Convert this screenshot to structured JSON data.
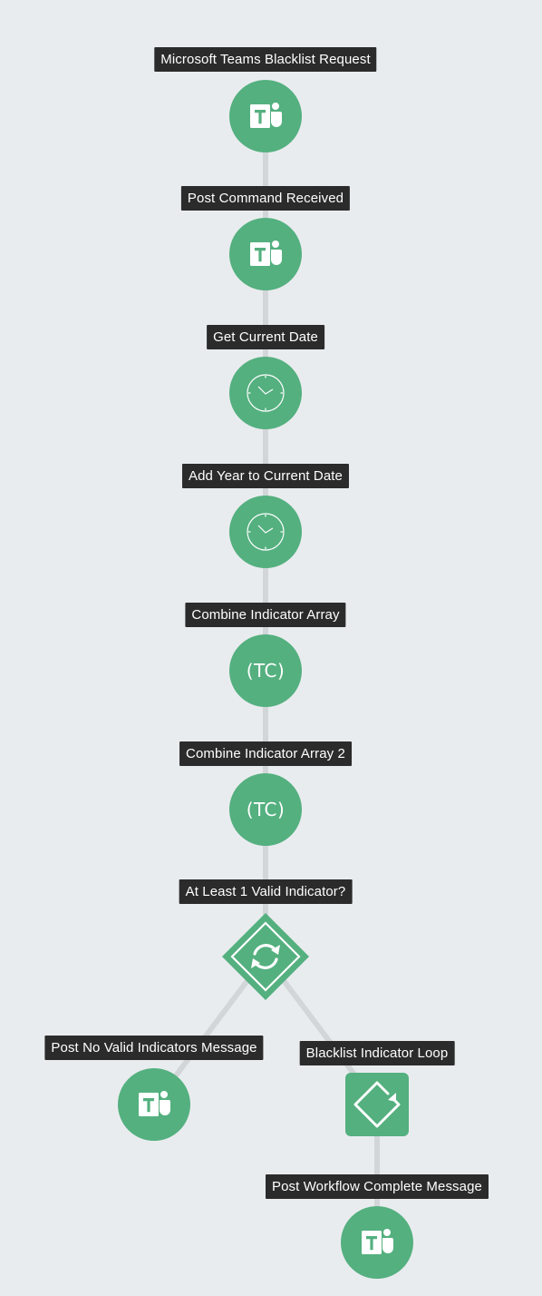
{
  "nodes": {
    "teams_request": {
      "label": "Microsoft Teams Blacklist Request",
      "icon": "teams-icon"
    },
    "post_command": {
      "label": "Post Command Received",
      "icon": "teams-icon"
    },
    "get_date": {
      "label": "Get Current Date",
      "icon": "clock-icon"
    },
    "add_year": {
      "label": "Add Year to Current Date",
      "icon": "clock-icon"
    },
    "combine_array": {
      "label": "Combine Indicator Array",
      "icon": "tc-icon",
      "icon_text": "(TC)"
    },
    "combine_array_2": {
      "label": "Combine Indicator Array 2",
      "icon": "tc-icon",
      "icon_text": "(TC)"
    },
    "valid_check": {
      "label": "At Least 1 Valid Indicator?",
      "icon": "decision-sync-icon"
    },
    "post_no_valid": {
      "label": "Post No Valid Indicators Message",
      "icon": "teams-icon"
    },
    "blacklist_loop": {
      "label": "Blacklist Indicator Loop",
      "icon": "loop-icon"
    },
    "post_complete": {
      "label": "Post Workflow Complete Message",
      "icon": "teams-icon"
    }
  },
  "colors": {
    "node_fill": "#54b07f",
    "label_bg": "#2b2b2b",
    "edge": "#d2d6d9",
    "background": "#e9ecef"
  }
}
